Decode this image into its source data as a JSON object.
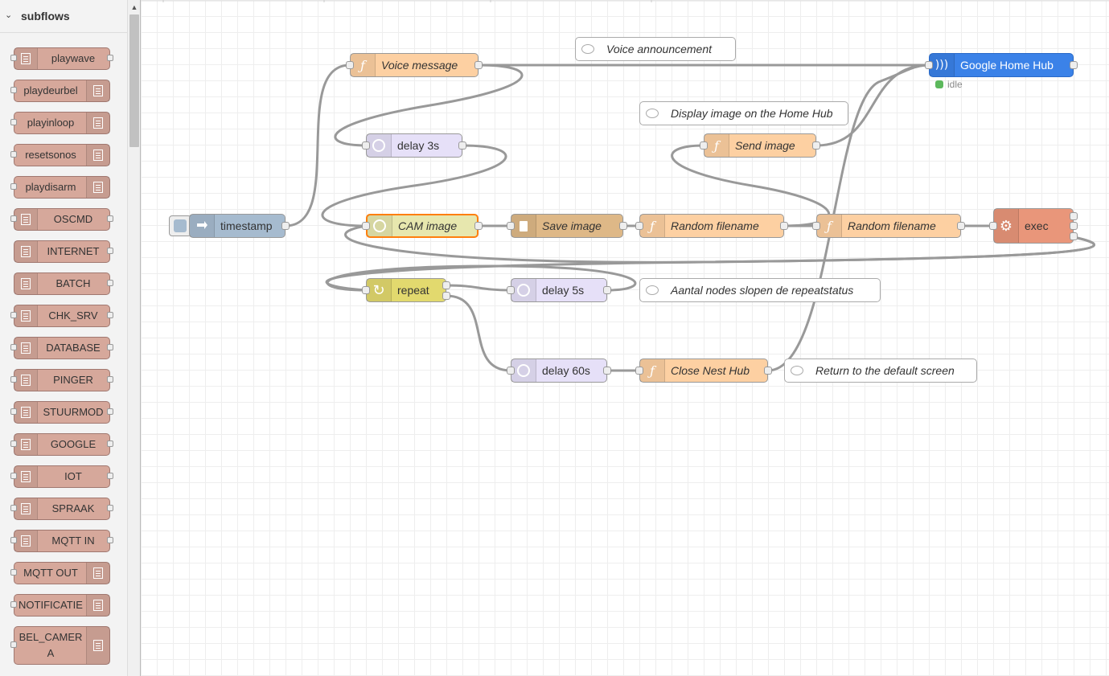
{
  "palette": {
    "category": "subflows",
    "nodes": [
      {
        "label": "playwave",
        "icon": "subflow-icon",
        "icon_side": "left"
      },
      {
        "label": "playdeurbel",
        "icon": "subflow-icon",
        "icon_side": "right"
      },
      {
        "label": "playinloop",
        "icon": "subflow-icon",
        "icon_side": "right"
      },
      {
        "label": "resetsonos",
        "icon": "subflow-icon",
        "icon_side": "right"
      },
      {
        "label": "playdisarm",
        "icon": "subflow-icon",
        "icon_side": "right"
      },
      {
        "label": "OSCMD",
        "icon": "subflow-icon",
        "icon_side": "left"
      },
      {
        "label": "INTERNET",
        "icon": "subflow-icon",
        "icon_side": "left"
      },
      {
        "label": "BATCH",
        "icon": "subflow-icon",
        "icon_side": "left"
      },
      {
        "label": "CHK_SRV",
        "icon": "subflow-icon",
        "icon_side": "left"
      },
      {
        "label": "DATABASE",
        "icon": "subflow-icon",
        "icon_side": "left"
      },
      {
        "label": "PINGER",
        "icon": "subflow-icon",
        "icon_side": "left"
      },
      {
        "label": "STUURMOD",
        "icon": "subflow-icon",
        "icon_side": "left"
      },
      {
        "label": "GOOGLE",
        "icon": "subflow-icon",
        "icon_side": "left"
      },
      {
        "label": "IOT",
        "icon": "subflow-icon",
        "icon_side": "left"
      },
      {
        "label": "SPRAAK",
        "icon": "subflow-icon",
        "icon_side": "left"
      },
      {
        "label": "MQTT IN",
        "icon": "subflow-icon",
        "icon_side": "left"
      },
      {
        "label": "MQTT OUT",
        "icon": "subflow-icon",
        "icon_side": "right"
      },
      {
        "label": "NOTIFICATIE",
        "icon": "subflow-icon",
        "icon_side": "right"
      },
      {
        "label": "BEL_CAMERA",
        "icon": "subflow-icon",
        "icon_side": "right"
      }
    ]
  },
  "flow": {
    "nodes": {
      "timestamp": {
        "label": "timestamp",
        "icon": "inject-arrow-icon",
        "color": "#a6bbcf"
      },
      "voice_message": {
        "label": "Voice message",
        "icon": "function-icon",
        "color": "#fdd0a2"
      },
      "google_home_hub": {
        "label": "Google Home Hub",
        "icon": "cast-icon",
        "color": "#3b82e8"
      },
      "delay_3s": {
        "label": "delay 3s",
        "icon": "timer-icon",
        "color": "#e6e0f8"
      },
      "send_image": {
        "label": "Send image",
        "icon": "function-icon",
        "color": "#fdd0a2"
      },
      "cam_image": {
        "label": "CAM image",
        "icon": "globe-icon",
        "color": "#e7e7ae"
      },
      "save_image": {
        "label": "Save image",
        "icon": "file-icon",
        "color": "#deb887"
      },
      "random_filename_1": {
        "label": "Random filename",
        "icon": "function-icon",
        "color": "#fdd0a2"
      },
      "random_filename_2": {
        "label": "Random filename",
        "icon": "function-icon",
        "color": "#fdd0a2"
      },
      "exec": {
        "label": "exec",
        "icon": "gear-icon",
        "color": "#e9967a"
      },
      "repeat": {
        "label": "repeat",
        "icon": "refresh-icon",
        "color": "#e2d96e"
      },
      "delay_5s": {
        "label": "delay 5s",
        "icon": "timer-icon",
        "color": "#e6e0f8"
      },
      "delay_60s": {
        "label": "delay 60s",
        "icon": "timer-icon",
        "color": "#e6e0f8"
      },
      "close_nest_hub": {
        "label": "Close Nest Hub",
        "icon": "function-icon",
        "color": "#fdd0a2"
      }
    },
    "comments": {
      "voice_announcement": "Voice announcement",
      "display_image": "Display image on the Home Hub",
      "repeat_status": "Aantal nodes slopen de repeatstatus",
      "default_screen": "Return to the default screen"
    },
    "status": {
      "hub_status_text": "idle",
      "hub_status_color": "#5cb85c"
    }
  }
}
